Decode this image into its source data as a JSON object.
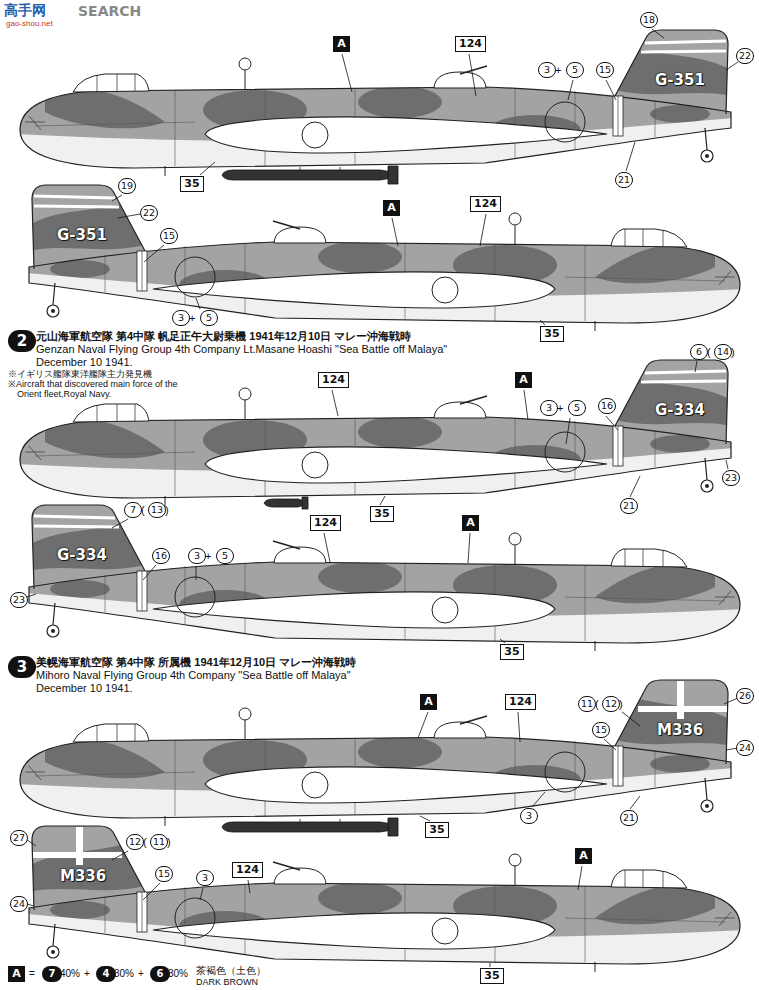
{
  "diagram": {
    "nodes": [
      {
        "text": [
          "18"
        ]
      },
      {
        "text": [
          "A"
        ]
      },
      {
        "text": [
          "124"
        ]
      },
      {
        "text": [
          "22"
        ]
      },
      {
        "text": [
          "3"
        ]
      },
      {
        "text": [
          "5"
        ]
      },
      {
        "text": [
          "15"
        ]
      },
      {
        "text": [
          "21"
        ]
      },
      {
        "text": [
          "35"
        ]
      },
      {
        "text": [
          "19"
        ]
      },
      {
        "text": [
          "A"
        ]
      },
      {
        "text": [
          "124"
        ]
      },
      {
        "text": [
          "22"
        ]
      },
      {
        "text": [
          "15"
        ]
      },
      {
        "text": [
          "3"
        ]
      },
      {
        "text": [
          "5"
        ]
      },
      {
        "text": [
          "35"
        ]
      },
      {
        "text": [
          "2"
        ]
      },
      {
        "text": [
          "6"
        ]
      },
      {
        "text": [
          "14"
        ]
      },
      {
        "text": [
          "124"
        ]
      },
      {
        "text": [
          "A"
        ]
      },
      {
        "text": [
          "3"
        ]
      },
      {
        "text": [
          "5"
        ]
      },
      {
        "text": [
          "16"
        ]
      },
      {
        "text": [
          "23"
        ]
      },
      {
        "text": [
          "21"
        ]
      },
      {
        "text": [
          "35"
        ]
      },
      {
        "text": [
          "7"
        ]
      },
      {
        "text": [
          "13"
        ]
      },
      {
        "text": [
          "124"
        ]
      },
      {
        "text": [
          "A"
        ]
      },
      {
        "text": [
          "16"
        ]
      },
      {
        "text": [
          "3"
        ]
      },
      {
        "text": [
          "5"
        ]
      },
      {
        "text": [
          "23"
        ]
      },
      {
        "text": [
          "35"
        ]
      },
      {
        "text": [
          "3"
        ]
      },
      {
        "text": [
          "11"
        ]
      },
      {
        "text": [
          "12"
        ]
      },
      {
        "text": [
          "A"
        ]
      },
      {
        "text": [
          "124"
        ]
      },
      {
        "text": [
          "26"
        ]
      },
      {
        "text": [
          "15"
        ]
      },
      {
        "text": [
          "24"
        ]
      },
      {
        "text": [
          "3"
        ]
      },
      {
        "text": [
          "21"
        ]
      },
      {
        "text": [
          "35"
        ]
      },
      {
        "text": [
          "27"
        ]
      },
      {
        "text": [
          "12"
        ]
      },
      {
        "text": [
          "11"
        ]
      },
      {
        "text": [
          "A"
        ]
      },
      {
        "text": [
          "15"
        ]
      },
      {
        "text": [
          "3"
        ]
      },
      {
        "text": [
          "124"
        ]
      },
      {
        "text": [
          "24"
        ]
      },
      {
        "text": [
          "35"
        ]
      },
      {
        "text": [
          "A"
        ]
      },
      {
        "text": [
          "7"
        ]
      },
      {
        "text": [
          "4"
        ]
      },
      {
        "text": [
          "6"
        ]
      }
    ],
    "labels": [
      "高手网",
      "gao-shou.net",
      "SEARCH",
      "G-351",
      "+",
      "G-351",
      "+",
      "元山海軍航空隊 第4中隊 帆足正午大尉乗機 1941年12月10日 マレー沖海戦時",
      "Genzan Naval Flying Group 4th Company Lt.Masane Hoashi \"Sea Battle off Malaya\"",
      "December 10 1941.",
      "※イギリス艦隊東洋艦隊主力発見機",
      "※Aircraft that discovered main force of the Orient fleet,Royal Navy.",
      "(",
      ")",
      "G-334",
      "+",
      "(",
      ")",
      "G-334",
      "+",
      "美幌海軍航空隊 第4中隊 所属機 1941年12月10日 マレー沖海戦時",
      "Mihoro Naval Flying Group 4th Company \"Sea Battle off Malaya\"",
      "December 10 1941.",
      "(",
      ")",
      "M336",
      "(",
      ")",
      "M336",
      "=",
      "40%",
      "+",
      "30%",
      "+",
      "30%",
      "茶褐色（土色）",
      "DARK BROWN"
    ]
  }
}
